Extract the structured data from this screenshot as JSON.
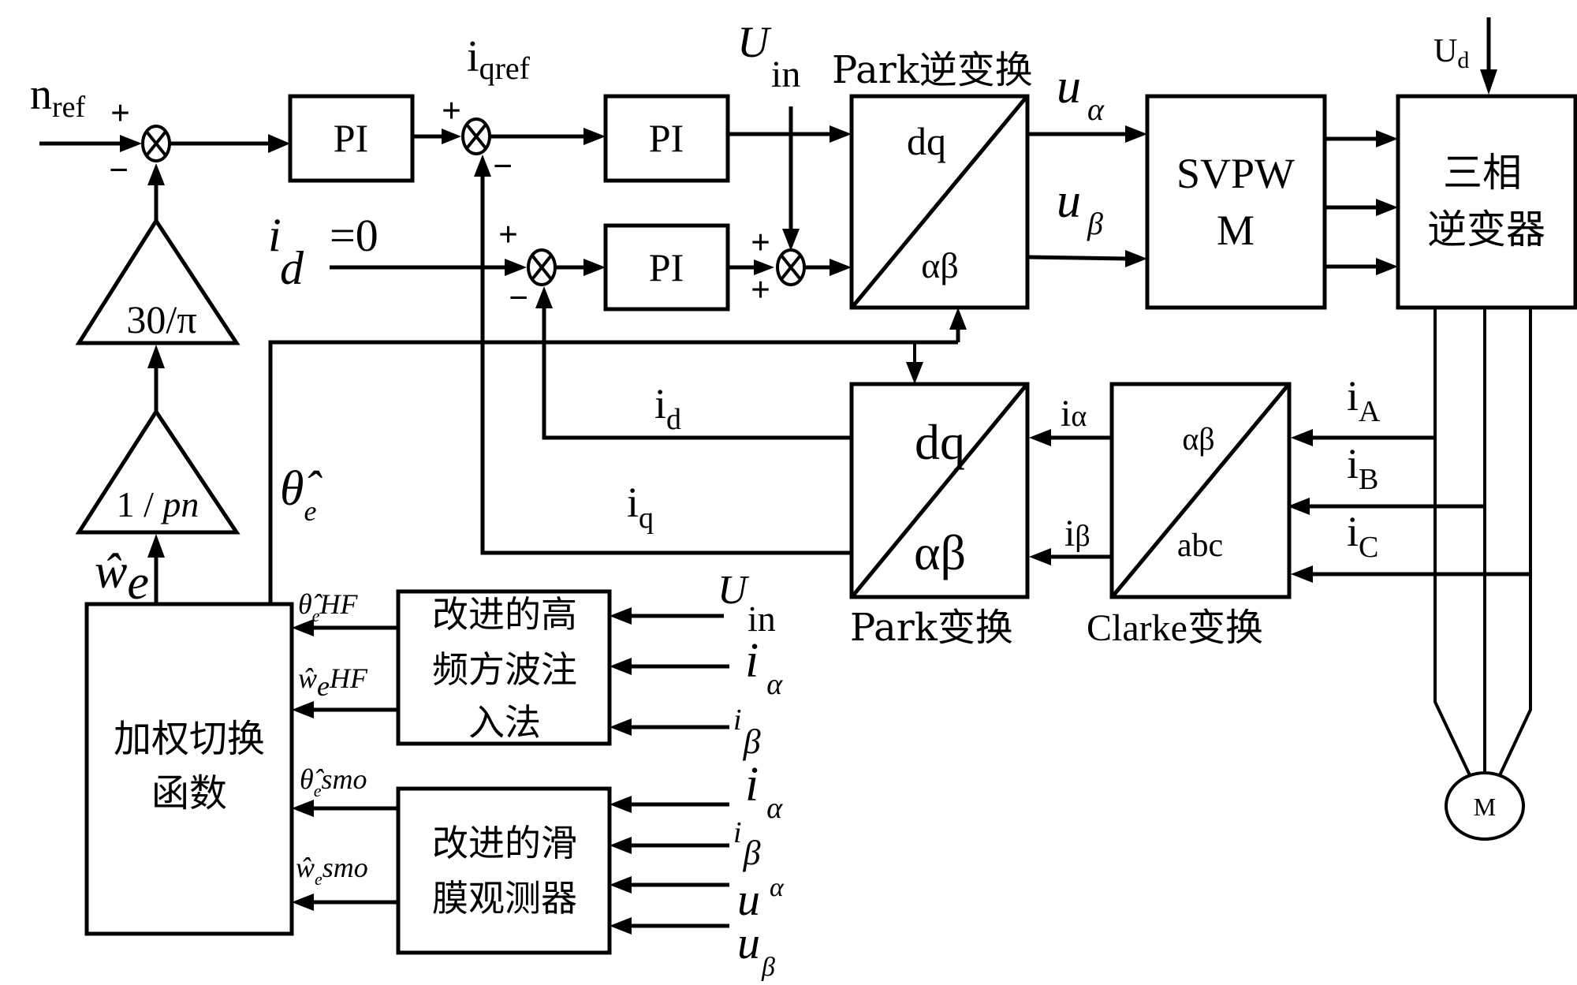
{
  "diagram": {
    "inputs": {
      "n_ref": {
        "main": "n",
        "sub": "ref"
      },
      "i_qref": {
        "main": "i",
        "sub": "qref"
      },
      "i_d_eq": {
        "main": "i",
        "sub": "d",
        "rhs": "=0"
      },
      "U_in_top": {
        "main": "U",
        "sub": "in"
      },
      "U_d": {
        "main": "U",
        "sub": "d"
      }
    },
    "signs": {
      "plus": "+",
      "minus": "−"
    },
    "blocks": {
      "pi_speed": "PI",
      "pi_iq": "PI",
      "pi_id": "PI",
      "inv_park": {
        "title": "Park逆变换",
        "top": "dq",
        "bottom": "αβ"
      },
      "svpwm": {
        "line1": "SVPW",
        "line2": "M"
      },
      "inverter": {
        "line1": "三相",
        "line2": "逆变器"
      },
      "park": {
        "title": "Park变换",
        "top": "dq",
        "bottom": "αβ"
      },
      "clarke": {
        "title": "Clarke变换",
        "top": "αβ",
        "bottom": "abc"
      },
      "gain_30pi": "30/π",
      "gain_1pn": {
        "num": "1 / ",
        "var": "pn"
      },
      "weighted_switch": {
        "line1": "加权切换",
        "line2": "函数"
      },
      "hf_injection": {
        "line1": "改进的高",
        "line2": "频方波注",
        "line3": "入法"
      },
      "smo": {
        "line1": "改进的滑",
        "line2": "膜观测器"
      },
      "motor": "M"
    },
    "signals": {
      "u_alpha": {
        "main": "u",
        "sub": "α"
      },
      "u_beta": {
        "main": "u",
        "sub": "β"
      },
      "i_d": {
        "main": "i",
        "sub": "d"
      },
      "i_q": {
        "main": "i",
        "sub": "q"
      },
      "i_alpha": {
        "main": "i",
        "sub": "α"
      },
      "i_beta": {
        "main": "i",
        "sub": "β"
      },
      "i_A": {
        "main": "i",
        "sub": "A"
      },
      "i_B": {
        "main": "i",
        "sub": "B"
      },
      "i_C": {
        "main": "i",
        "sub": "C"
      },
      "theta_e_hat": {
        "main": "θ̂",
        "sub": "e"
      },
      "w_e_hat": {
        "main": "ŵ",
        "sub": "e"
      },
      "theta_e_HF": {
        "main": "θ̂",
        "sub": "e",
        "suffix": "HF"
      },
      "w_e_HF": {
        "main": "ŵ",
        "sub": "e",
        "suffix": "HF"
      },
      "theta_e_smo": {
        "main": "θ̂",
        "sub": "e",
        "suffix": "smo"
      },
      "w_e_smo": {
        "main": "ŵ",
        "sub": "e",
        "suffix": "smo"
      },
      "hf_inputs": [
        {
          "main": "U",
          "sub": "in"
        },
        {
          "main": "i",
          "sub": "α"
        },
        {
          "main": "i",
          "sub": "β"
        }
      ],
      "smo_inputs": [
        {
          "main": "i",
          "sub": "α"
        },
        {
          "main": "i",
          "sub": "β"
        },
        {
          "main": "u",
          "sub": "α"
        },
        {
          "main": "u",
          "sub": "β"
        }
      ]
    }
  }
}
